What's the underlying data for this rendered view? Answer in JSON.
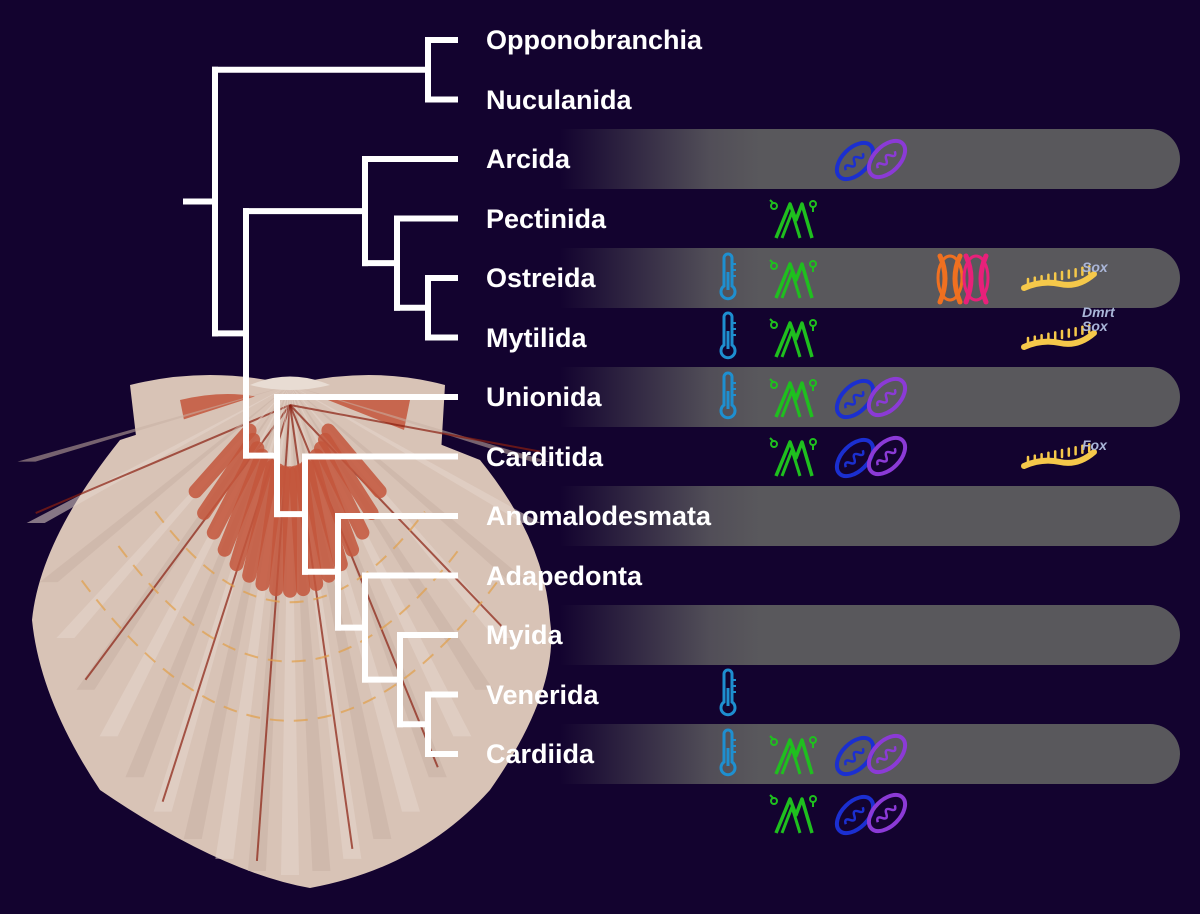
{
  "palette": {
    "background": "#13032f",
    "band": "#59585c",
    "tree": "#ffffff",
    "thermometer": "#1e8fd0",
    "sex_symbol": "#1fbf1f",
    "mito_blue": "#1b2fd0",
    "mito_purple": "#8b3ad6",
    "chrom_orange": "#f07020",
    "chrom_magenta": "#e8207a",
    "gene": "#f5c84a",
    "gene_text": "#aab6d8"
  },
  "icons": {
    "thermometer": "thermometer-icon",
    "sex": "male-female-symbol-icon",
    "mito_blue": "mitochondrion-blue-icon",
    "mito_purple": "mitochondrion-purple-icon",
    "chromosomes": "chromosome-pair-icon",
    "gene": "gene-strand-icon"
  },
  "taxa": [
    {
      "name": "Opponobranchia",
      "band": false,
      "thermo": false,
      "sex": false,
      "mito": false,
      "chrom": false,
      "gene": false,
      "gene_labels": []
    },
    {
      "name": "Nuculanida",
      "band": true,
      "thermo": false,
      "sex": false,
      "mito": true,
      "chrom": false,
      "gene": false,
      "gene_labels": []
    },
    {
      "name": "Arcida",
      "band": false,
      "thermo": false,
      "sex": true,
      "mito": false,
      "chrom": false,
      "gene": false,
      "gene_labels": []
    },
    {
      "name": "Pectinida",
      "band": true,
      "thermo": true,
      "sex": true,
      "mito": false,
      "chrom": true,
      "gene": true,
      "gene_labels": [
        "Sox"
      ]
    },
    {
      "name": "Ostreida",
      "band": false,
      "thermo": true,
      "sex": true,
      "mito": false,
      "chrom": false,
      "gene": true,
      "gene_labels": [
        "Dmrt",
        "Sox"
      ]
    },
    {
      "name": "Mytilida",
      "band": true,
      "thermo": true,
      "sex": true,
      "mito": true,
      "chrom": false,
      "gene": false,
      "gene_labels": []
    },
    {
      "name": "Unionida",
      "band": false,
      "thermo": false,
      "sex": true,
      "mito": true,
      "chrom": false,
      "gene": true,
      "gene_labels": [
        "Fox"
      ]
    },
    {
      "name": "Carditida",
      "band": true,
      "thermo": false,
      "sex": false,
      "mito": false,
      "chrom": false,
      "gene": false,
      "gene_labels": []
    },
    {
      "name": "Anomalodesmata",
      "band": false,
      "thermo": false,
      "sex": false,
      "mito": false,
      "chrom": false,
      "gene": false,
      "gene_labels": []
    },
    {
      "name": "Adapedonta",
      "band": true,
      "thermo": false,
      "sex": false,
      "mito": false,
      "chrom": false,
      "gene": false,
      "gene_labels": []
    },
    {
      "name": "Myida",
      "band": false,
      "thermo": true,
      "sex": false,
      "mito": false,
      "chrom": false,
      "gene": false,
      "gene_labels": []
    },
    {
      "name": "Venerida",
      "band": true,
      "thermo": true,
      "sex": true,
      "mito": true,
      "chrom": false,
      "gene": false,
      "gene_labels": []
    },
    {
      "name": "Cardiida",
      "band": false,
      "thermo": false,
      "sex": true,
      "mito": true,
      "chrom": false,
      "gene": false,
      "gene_labels": []
    }
  ]
}
